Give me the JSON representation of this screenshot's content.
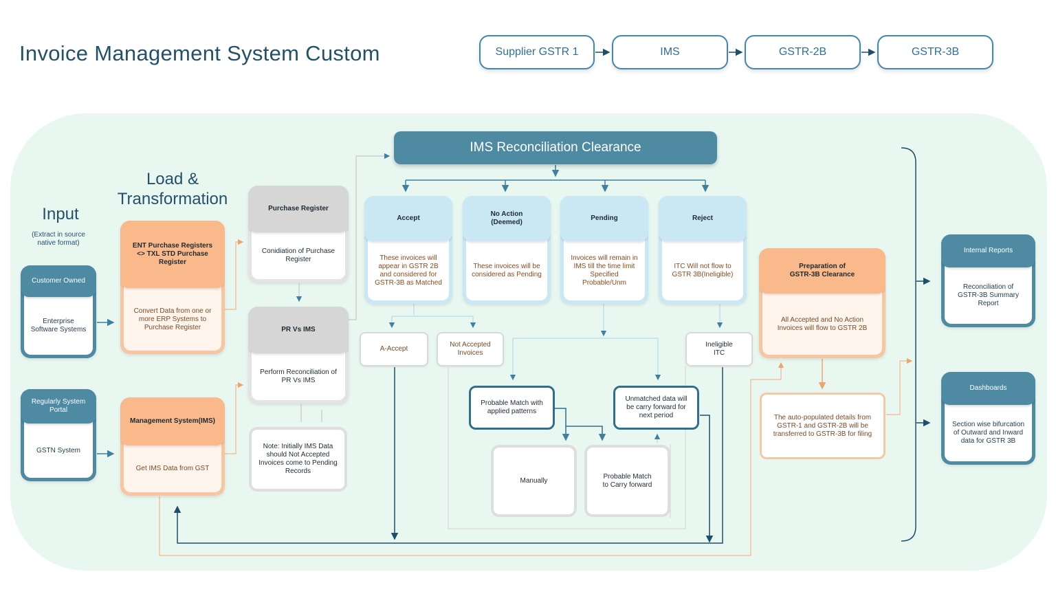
{
  "title": "Invoice  Management System Custom",
  "flow": [
    "Supplier GSTR 1",
    "IMS",
    "GSTR-2B",
    "GSTR-3B"
  ],
  "sections": {
    "input": "Input",
    "input_sub": "(Extract in source native format)",
    "load": "Load & Transformation"
  },
  "inputs": [
    {
      "header": "Customer Owned",
      "body": "Enterprise Software Systems"
    },
    {
      "header": "Regularly System Portal",
      "body": "GSTN System"
    }
  ],
  "load": [
    {
      "header": "ENT Purchase Registers <> TXL STD Purchase Register",
      "body": "Convert Data from one or more ERP Systems to Purchase Register"
    },
    {
      "header": "Management System(IMS)",
      "body": "Get IMS Data from GST"
    }
  ],
  "pr": [
    {
      "header": "Purchase Register",
      "body": "Conidiation of Purchase Register"
    },
    {
      "header": "PR Vs IMS",
      "body": "Perform Reconciliation of PR Vs IMS"
    }
  ],
  "note": "Note: Initially IMS Data should Not Accepted Invoices come to Pending Records",
  "banner": "IMS Reconciliation Clearance",
  "actions": [
    {
      "header": "Accept",
      "body": "These invoices will appear in GSTR 2B and considered for GSTR-3B as Matched"
    },
    {
      "header": "No Action (Deemed)",
      "body": "These invoices will be considered as Pending"
    },
    {
      "header": "Pending",
      "body": "Invoices will remain in IMS till the time limit Specified Probable/Unm"
    },
    {
      "header": "Reject",
      "body": "ITC Will not flow to GSTR 3B(Ineligible)"
    }
  ],
  "sub_boxes": {
    "a_accept": "A-Accept",
    "not_accepted": "Not Accepted Invoices",
    "ineligible": "Ineligible ITC",
    "probable_match": "Probable Match with applied patterns",
    "unmatched": "Unmatched data will be carry forward for next period",
    "manually": "Manually",
    "probable_carry": "Probable Match to Carry forward"
  },
  "gstr3b": {
    "header": "Preparation of GSTR-3B Clearance",
    "body": "All Accepted and No Action Invoices will flow to GSTR 2B",
    "auto": "The auto-populated details from GSTR-1 and GSTR-2B will be transferred to GSTR-3B for filing"
  },
  "outputs": [
    {
      "header": "Internal Reports",
      "body": "Reconciliation of GSTR-3B Summary Report"
    },
    {
      "header": "Dashboards",
      "body": "Section wise bifurcation of Outward and Inward data for GSTR 3B"
    }
  ],
  "colors": {
    "teal": "#4f8aa3",
    "orange": "#f9b98a",
    "blue": "#c9e8f4",
    "panel": "#e9f7f1"
  }
}
